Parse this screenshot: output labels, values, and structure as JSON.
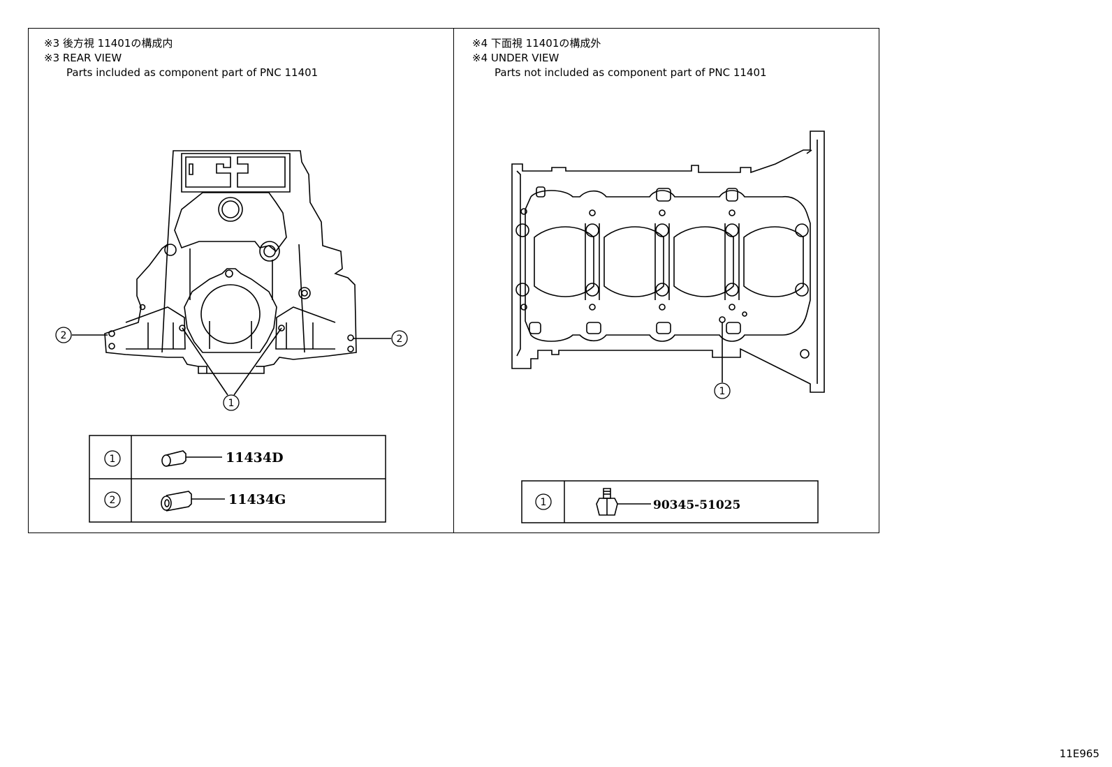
{
  "left_panel": {
    "line1": "※3 後方視 11401の構成内",
    "line2": "※3 REAR VIEW",
    "line3": "Parts included as component part of PNC 11401"
  },
  "right_panel": {
    "line1": "※4 下面視 11401の構成外",
    "line2": "※4 UNDER VIEW",
    "line3": "Parts not included as component part of PNC 11401"
  },
  "callouts": {
    "one": "1",
    "two": "2"
  },
  "left_table": [
    {
      "ref": "1",
      "part": "11434D"
    },
    {
      "ref": "2",
      "part": "11434G"
    }
  ],
  "right_table": [
    {
      "ref": "1",
      "part": "90345-51025"
    }
  ],
  "diagram_code": "11E965"
}
